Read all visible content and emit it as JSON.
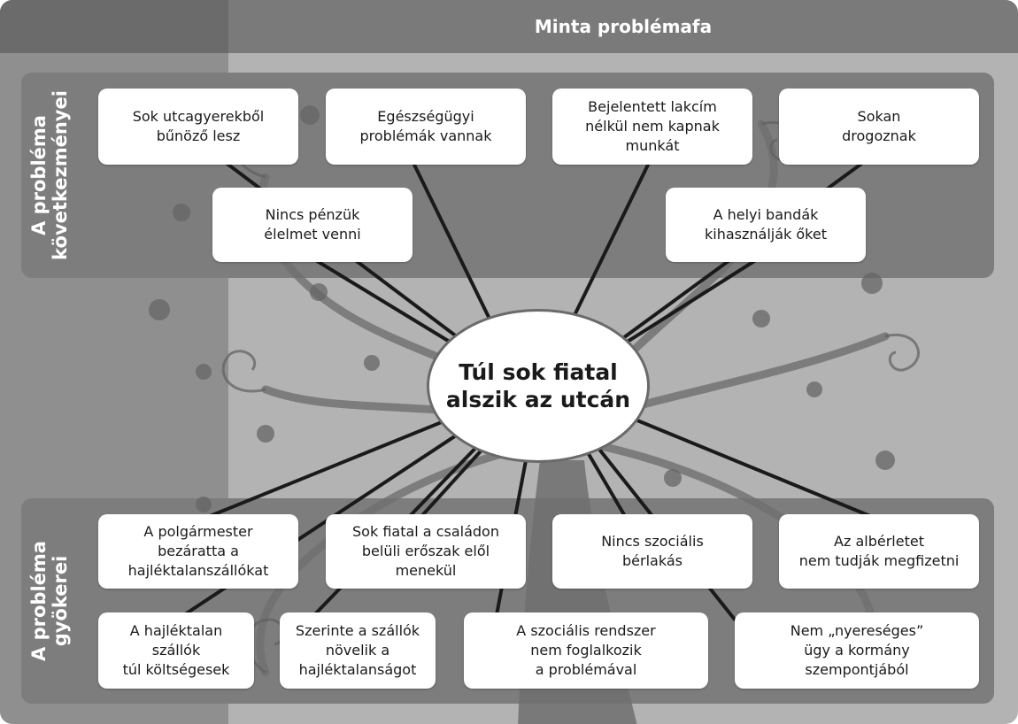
{
  "title": "Minta problémafa",
  "center_problem": [
    "Túl sok fiatal",
    "alszik az utcán"
  ],
  "consequences_label": [
    "A probléma",
    "következményei"
  ],
  "roots_label": [
    "A probléma",
    "gyökerei"
  ],
  "consequences": [
    [
      "Sok utcagyerekből",
      "bűnöző lesz"
    ],
    [
      "Egészségügyi",
      "problémák vannak"
    ],
    [
      "Bejelentett lakcím",
      "nélkül nem kapnak",
      "munkát"
    ],
    [
      "Sokan",
      "drogoznak"
    ],
    [
      "Nincs pénzük",
      "élelmet venni"
    ],
    [
      "A helyi bandák",
      "kihasználják őket"
    ]
  ],
  "roots": [
    [
      "A polgármester",
      "bezáratta a",
      "hajléktalanszállókat"
    ],
    [
      "Sok fiatal a családon",
      "belüli erőszak elől",
      "menekül"
    ],
    [
      "Nincs szociális",
      "bérlakás"
    ],
    [
      "Az albérletet",
      "nem tudják megfizetni"
    ],
    [
      "A hajléktalan",
      "szállók",
      "túl költségesek"
    ],
    [
      "Szerinte a szállók",
      "növelik a",
      "hajléktalanságot"
    ],
    [
      "A szociális rendszer",
      "nem foglalkozik",
      "a problémával"
    ],
    [
      "Nem „nyereséges”",
      "ügy a kormány",
      "szempontjából"
    ]
  ],
  "colors": {
    "band": "#7d7d7d",
    "line": "#1a1a1a",
    "box": "#ffffff",
    "header": "#7a7a7a"
  }
}
